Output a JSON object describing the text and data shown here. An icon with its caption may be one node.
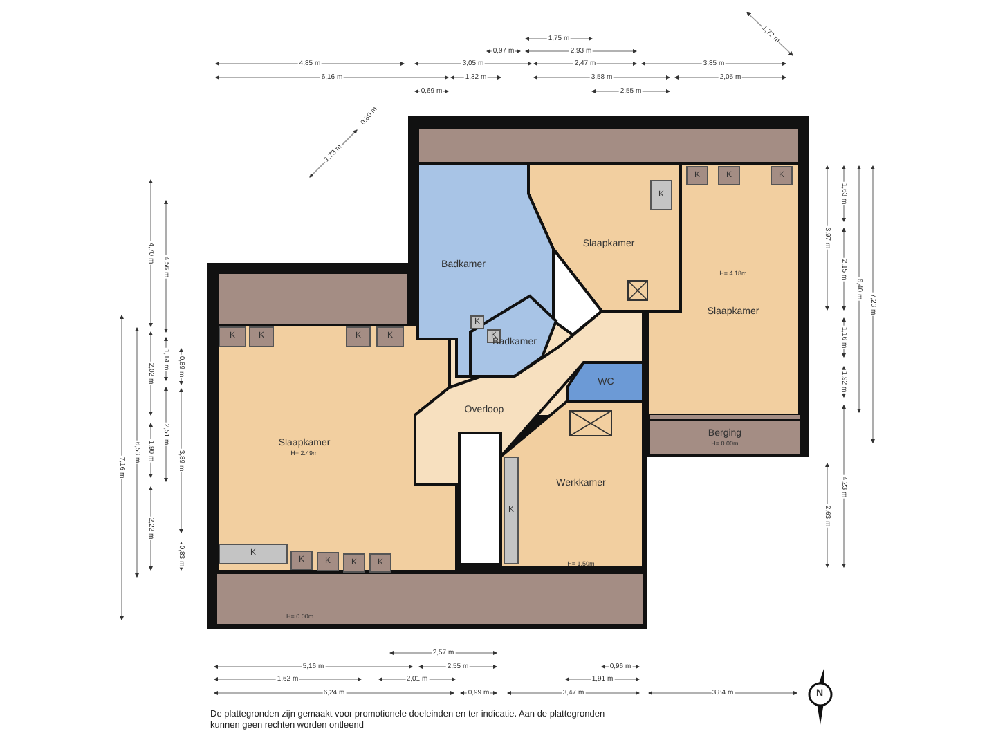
{
  "diagram": {
    "caption": "De plattegronden zijn gemaakt voor promotionele doeleinden en ter indicatie. Aan de plattegronden kunnen geen rechten worden ontleend",
    "nodes": [
      {
        "text": [
          "K"
        ]
      },
      {
        "text": [
          "K"
        ]
      },
      {
        "text": [
          "K"
        ]
      },
      {
        "text": [
          "K"
        ]
      },
      {
        "text": [
          "Slaapkamer"
        ]
      },
      {
        "text": [
          "H= 4.18m",
          "Slaapkamer"
        ]
      },
      {
        "text": [
          "Badkamer"
        ]
      },
      {
        "text": [
          "K"
        ]
      },
      {
        "text": [
          "K"
        ]
      },
      {
        "text": [
          "K"
        ]
      },
      {
        "text": [
          "K"
        ]
      },
      {
        "text": [
          "K"
        ]
      },
      {
        "text": [
          "K"
        ]
      },
      {
        "text": [
          "Badkamer"
        ]
      },
      {
        "text": [
          "WC"
        ]
      },
      {
        "text": [
          "Overloop"
        ]
      },
      {
        "text": [
          "Slaapkamer",
          "H= 2.49m"
        ]
      },
      {
        "text": [
          "Berging",
          "H= 0.00m"
        ]
      },
      {
        "text": [
          "Werkkamer",
          "H= 1.50m"
        ]
      },
      {
        "text": [
          "K"
        ]
      },
      {
        "text": [
          "K"
        ]
      },
      {
        "text": [
          "K"
        ]
      },
      {
        "text": [
          "K"
        ]
      },
      {
        "text": [
          "K"
        ]
      },
      {
        "text": [
          "K"
        ]
      },
      {
        "text": [
          "H= 0.00m"
        ]
      }
    ],
    "labels": [
      "1,75 m",
      "0,97 m",
      "2,93 m",
      "1,72 m",
      "4,85 m",
      "3,05 m",
      "2,47 m",
      "3,85 m",
      "6,16 m",
      "1,32 m",
      "3,58 m",
      "2,05 m",
      "0,69 m",
      "2,55 m",
      "0,80 m",
      "1,73 m",
      "7,16 m",
      "6,53 m",
      "4,70 m",
      "2,02 m",
      "1,90 m",
      "2,22 m",
      "4,56 m",
      "1,14 m",
      "2,51 m",
      "0,89 m",
      "3,89 m",
      "0,83 m",
      "3,97 m",
      "2,63 m",
      "1,63 m",
      "2,15 m",
      "1,16 m",
      "1,92 m",
      "4,23 m",
      "6,40 m",
      "7,23 m",
      "2,57 m",
      "5,16 m",
      "2,55 m",
      "0,96 m",
      "1,62 m",
      "2,01 m",
      "1,91 m",
      "6,24 m",
      "0,99 m",
      "3,47 m",
      "3,84 m",
      "N"
    ]
  }
}
